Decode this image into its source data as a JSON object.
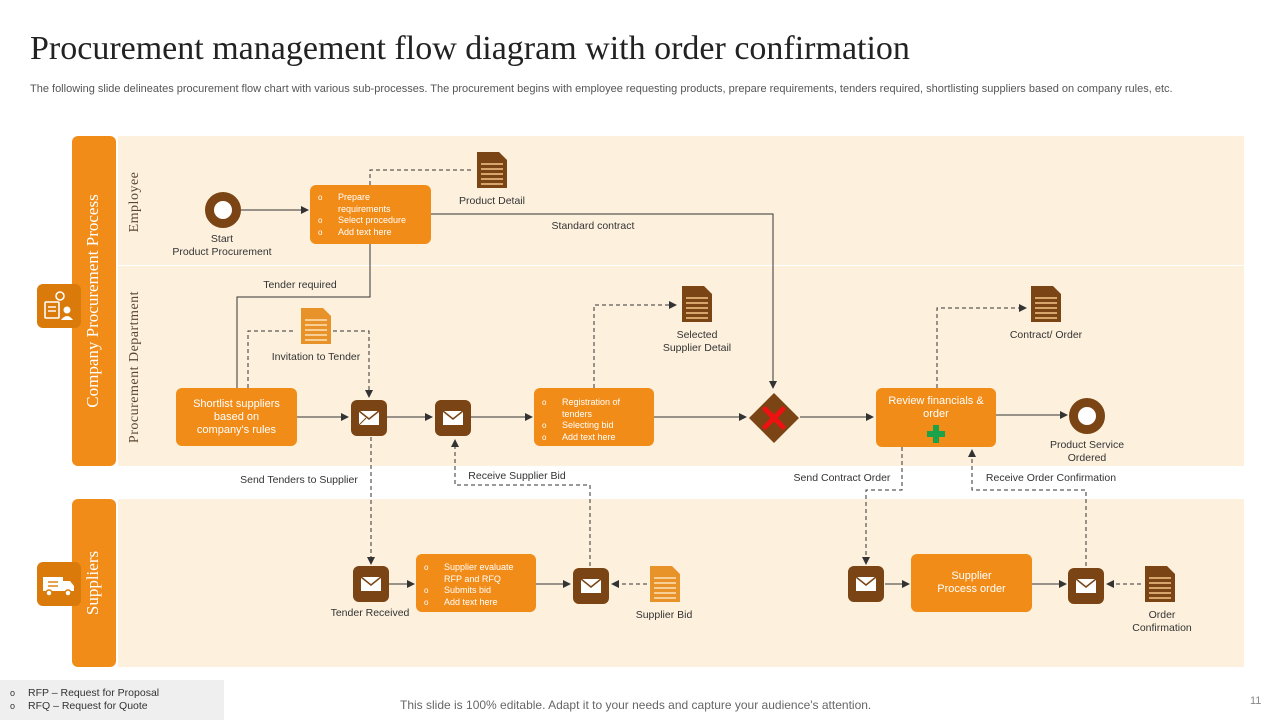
{
  "title": "Procurement management flow diagram with order confirmation",
  "subtitle": "The following slide delineates procurement flow chart with various sub-processes. The procurement begins with employee requesting products, prepare requirements, tenders required, shortlisting suppliers based on company rules, etc.",
  "side_labels": {
    "company": "Company Procurement Process",
    "suppliers": "Suppliers"
  },
  "lanes": {
    "employee": "Employee",
    "procurement": "Procurement Department"
  },
  "boxes": {
    "prepare": [
      "Prepare requirements",
      "Select procedure",
      "Add text here"
    ],
    "shortlist": "Shortlist suppliers based on company's rules",
    "registration": [
      "Registration of tenders",
      "Selecting bid",
      "Add text here"
    ],
    "review": "Review financials & order",
    "supplier_eval": [
      "Supplier evaluate RFP and RFQ",
      "Submits bid",
      "Add text here"
    ],
    "supplier_process": "Supplier Process order"
  },
  "labels": {
    "start": "Start\nProduct Procurement",
    "product_detail": "Product Detail",
    "standard_contract": "Standard contract",
    "tender_required": "Tender required",
    "invitation": "Invitation to Tender",
    "selected_supplier": "Selected\nSupplier Detail",
    "contract_order": "Contract/ Order",
    "product_service": "Product Service\nOrdered",
    "send_tenders": "Send Tenders to Supplier",
    "receive_bid": "Receive Supplier Bid",
    "send_contract": "Send Contract Order",
    "receive_confirmation": "Receive Order Confirmation",
    "tender_received": "Tender Received",
    "supplier_bid": "Supplier Bid",
    "order_confirmation": "Order\nConfirmation"
  },
  "legend": [
    "RFP – Request for Proposal",
    "RFQ – Request for Quote"
  ],
  "footer": "This slide is 100% editable. Adapt it to your needs and capture your audience's attention.",
  "page_number": "11",
  "colors": {
    "orange": "#f28c18",
    "brown": "#7a4414",
    "band": "#fdf1de"
  }
}
